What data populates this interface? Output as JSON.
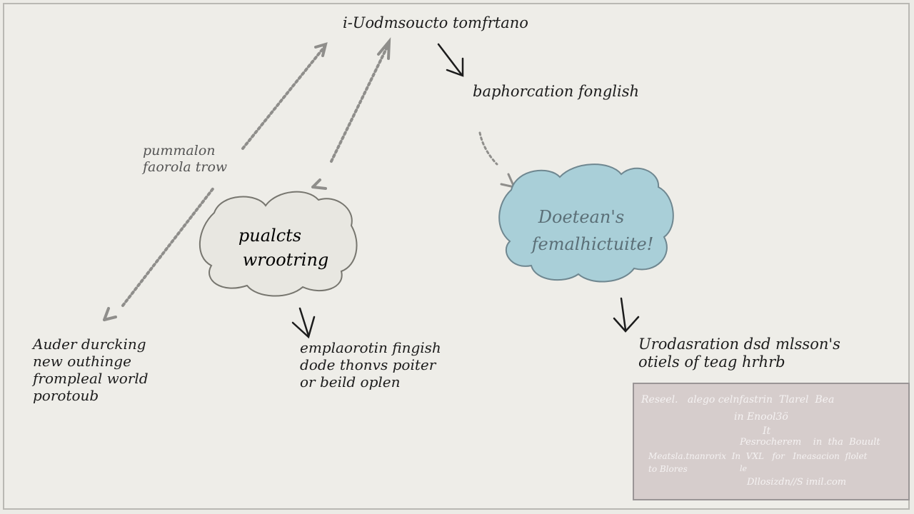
{
  "title": "i-Uodmsoucto tomfrtano",
  "subtitle": "baphorcation fonglish",
  "left_note": [
    "pummalon",
    "faorola trow"
  ],
  "cloud_grey": [
    "pualcts",
    "wrootring"
  ],
  "cloud_blue": [
    "Doetean's",
    "femalhictuite!"
  ],
  "bottom_left": [
    "Auder durcking",
    "new outhinge",
    "frompleal world",
    "porotoub"
  ],
  "bottom_middle": [
    "emplaorotin fingish",
    "dode thonvs poiter",
    "or beild oplen"
  ],
  "bottom_right": [
    "Urodasration dsd mlsson's",
    "otiels of teag hrhrb"
  ],
  "box": {
    "line1": "Reseel.   alego celnfastrin  Tlarel  Bea",
    "line2": "in Enool3ö",
    "line3": "It",
    "line4": "Pesrocherem    in  tha  Bouult",
    "line5": "Meatsla.tnanrorix  In  VXL   for   Ineasacion  flolet",
    "line6": "to Blores",
    "line7": "le",
    "line8": "Dllosizdn//S imil.com"
  },
  "colors": {
    "cloud_grey_fill": "#e8e7e1",
    "cloud_blue_fill": "#a9cfd8",
    "box_fill": "#d6cdcc",
    "dashed_arrow": "#8f8e8b"
  }
}
